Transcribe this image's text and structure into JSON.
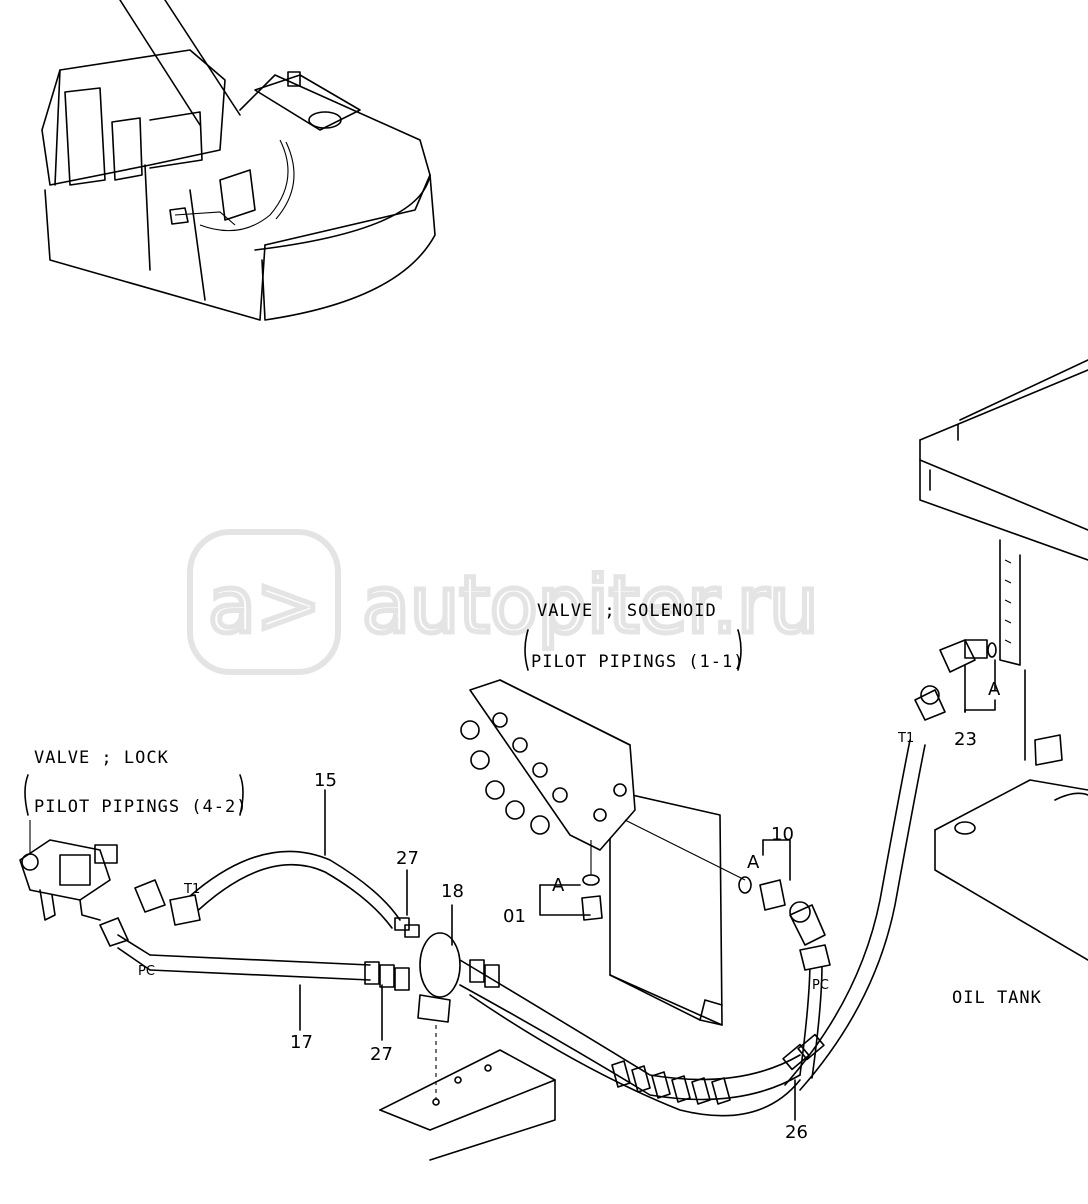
{
  "watermark": "autopiter.ru",
  "labels": {
    "solenoid_line1": "VALVE ; SOLENOID",
    "solenoid_line2": "PILOT  PIPINGS (1-1)",
    "lock_line1": "VALVE ; LOCK",
    "lock_line2": "PILOT  PIPINGS (4-2)",
    "oil_tank": "OIL  TANK"
  },
  "callouts": {
    "p15": "15",
    "p17": "17",
    "p27a": "27",
    "p27b": "27",
    "p18": "18",
    "p01": "01",
    "p10": "10",
    "p23": "23",
    "p26": "26",
    "t1_left": "T1",
    "t1_right": "T1",
    "pc_left": "PC",
    "pc_right": "PC",
    "a_01": "A",
    "a_10": "A",
    "a_23": "A"
  }
}
